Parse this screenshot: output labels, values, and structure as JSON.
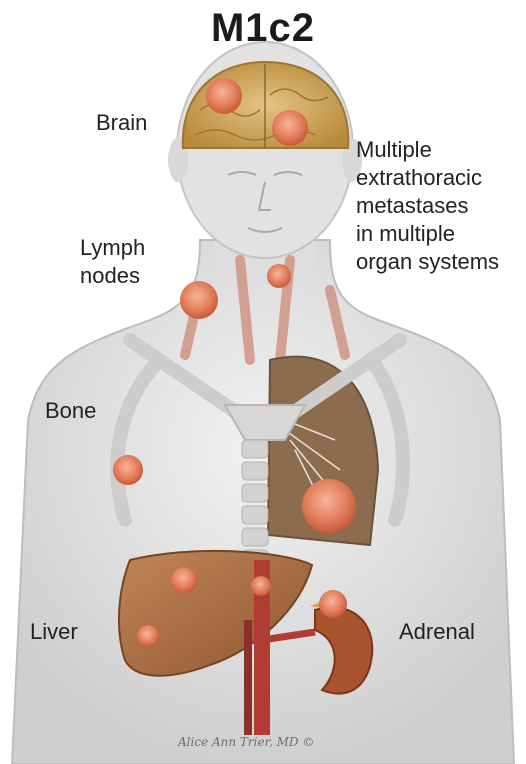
{
  "title": "M1c2",
  "labels": {
    "brain": "Brain",
    "lymph_nodes": "Lymph\nnodes",
    "bone": "Bone",
    "liver": "Liver",
    "adrenal": "Adrenal",
    "description": "Multiple\nextrathoracic\nmetastases\nin multiple\norgan systems"
  },
  "signature": "Alice Ann Trier, MD ©",
  "colors": {
    "skin": "#dcdcdc",
    "bone": "#d6d4d2",
    "brain": "#c9a24c",
    "lung": "#8a6a4c",
    "liver": "#a66a3e",
    "kidney": "#a8512d",
    "vessel": "#b0403a",
    "tumor": "#e07a58"
  },
  "icons": [
    "brain-illustration",
    "tumor-nodule",
    "liver-illustration",
    "kidney-illustration",
    "ribcage-illustration"
  ]
}
